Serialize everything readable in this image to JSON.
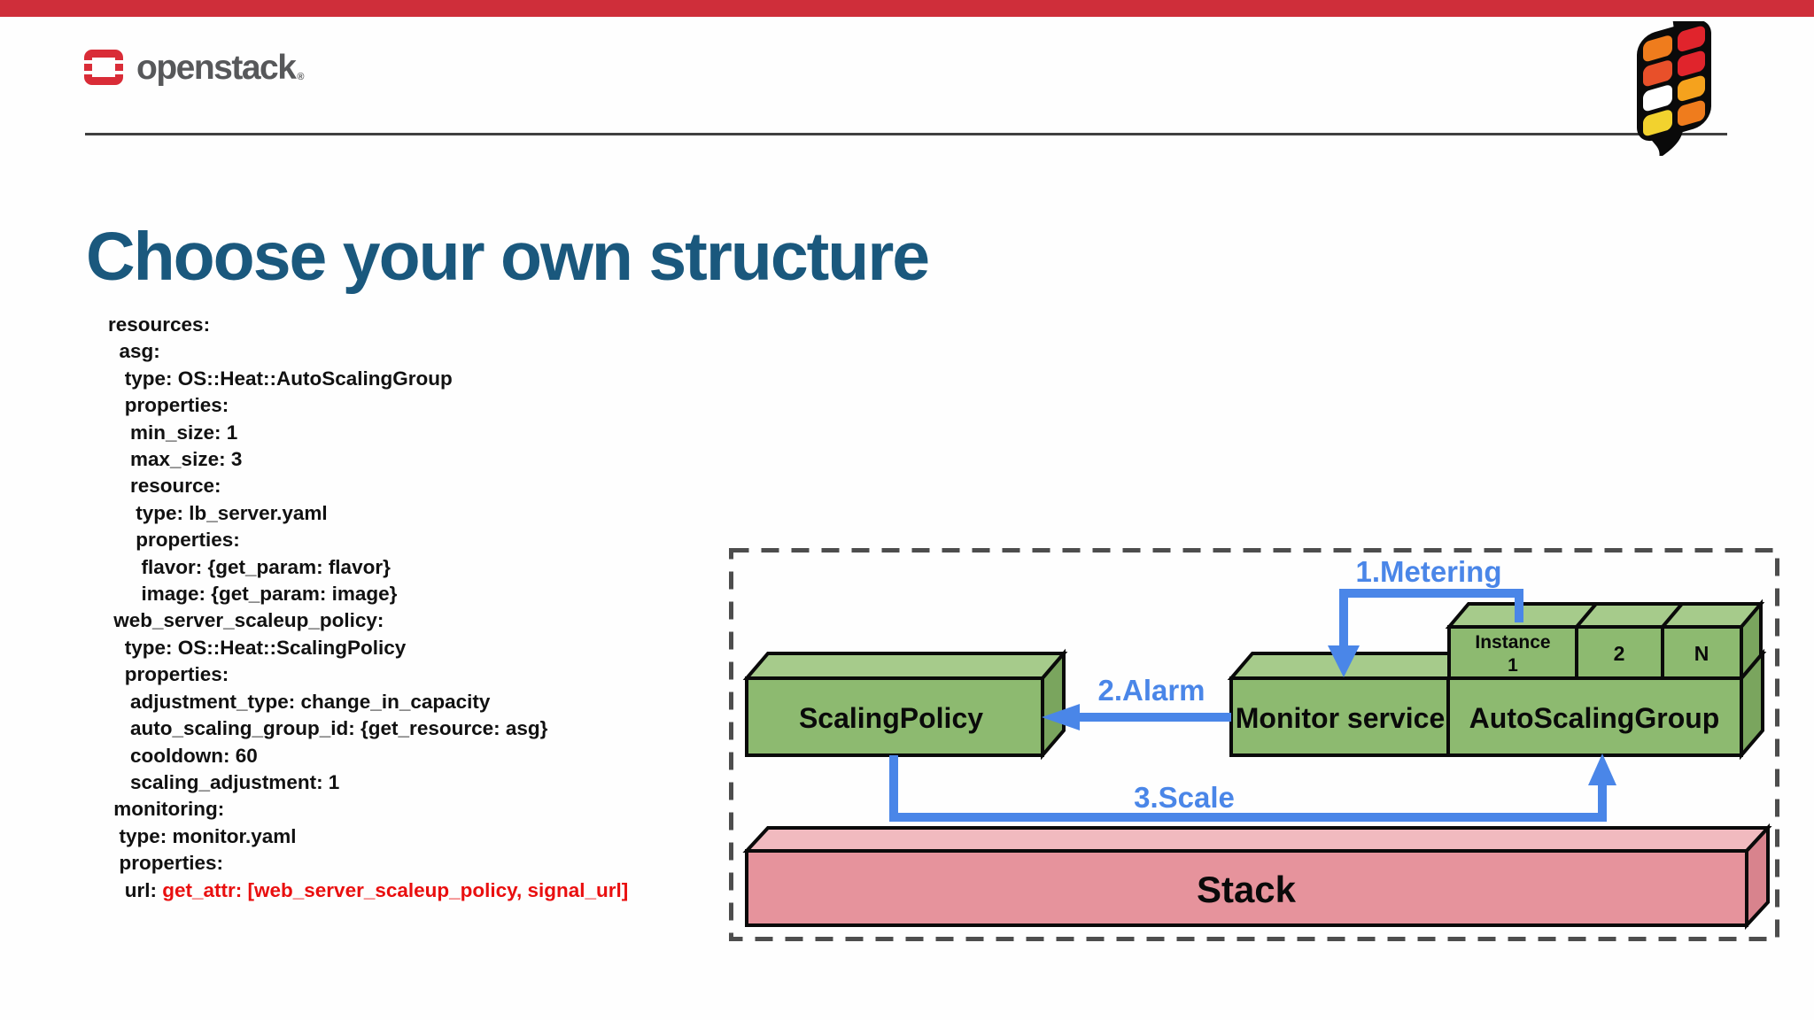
{
  "colors": {
    "top_bar": "#cf2e3a",
    "brand_red": "#d92c37",
    "brand_text": "#57585a",
    "rule": "#3f3f3f",
    "title": "#1a587d",
    "code_text": "#111111",
    "code_red": "#e90f0f",
    "arrow_blue": "#4a86e8",
    "dashed_border": "#4d4d4d",
    "green_front": "#8dba70",
    "green_top": "#a6cb8b",
    "green_side": "#7aa55e",
    "pink_front": "#e6939c",
    "pink_top": "#f1babf",
    "pink_side": "#d8838d",
    "outline_black": "#0a0a0a",
    "flame_red": "#e0242c",
    "flame_orange_red": "#e8502a",
    "flame_orange": "#ef7c1d",
    "flame_amber": "#f5a21d",
    "flame_yellow": "#f2d22e",
    "flame_white": "#ffffff"
  },
  "header": {
    "brand": "openstack",
    "brand_reg": "®"
  },
  "title": "Choose your own structure",
  "code": {
    "lines": [
      {
        "text": "resources:"
      },
      {
        "text": "  asg:"
      },
      {
        "text": "   type: OS::Heat::AutoScalingGroup"
      },
      {
        "text": "   properties:"
      },
      {
        "text": "    min_size: 1"
      },
      {
        "text": "    max_size: 3"
      },
      {
        "text": "    resource:"
      },
      {
        "text": "     type: lb_server.yaml"
      },
      {
        "text": "     properties:"
      },
      {
        "text": "      flavor: {get_param: flavor}"
      },
      {
        "text": "      image: {get_param: image}"
      },
      {
        "text": " web_server_scaleup_policy:"
      },
      {
        "text": "   type: OS::Heat::ScalingPolicy"
      },
      {
        "text": "   properties:"
      },
      {
        "text": "    adjustment_type: change_in_capacity"
      },
      {
        "text": "    auto_scaling_group_id: {get_resource: asg}"
      },
      {
        "text": "    cooldown: 60"
      },
      {
        "text": "    scaling_adjustment: 1"
      },
      {
        "text": " monitoring:"
      },
      {
        "text": "  type: monitor.yaml"
      },
      {
        "text": "  properties:"
      },
      {
        "prefix": "   url: ",
        "highlight": "get_attr: [web_server_scaleup_policy, signal_url]"
      }
    ]
  },
  "diagram": {
    "boxes": {
      "scaling_policy": "ScalingPolicy",
      "monitor": "Monitor service",
      "asg": "AutoScalingGroup",
      "stack": "Stack",
      "instance_word": "Instance",
      "instance_one": "1",
      "instance_two": "2",
      "instance_n": "N"
    },
    "arrows": {
      "metering": "1.Metering",
      "alarm": "2.Alarm",
      "scale": "3.Scale"
    }
  }
}
